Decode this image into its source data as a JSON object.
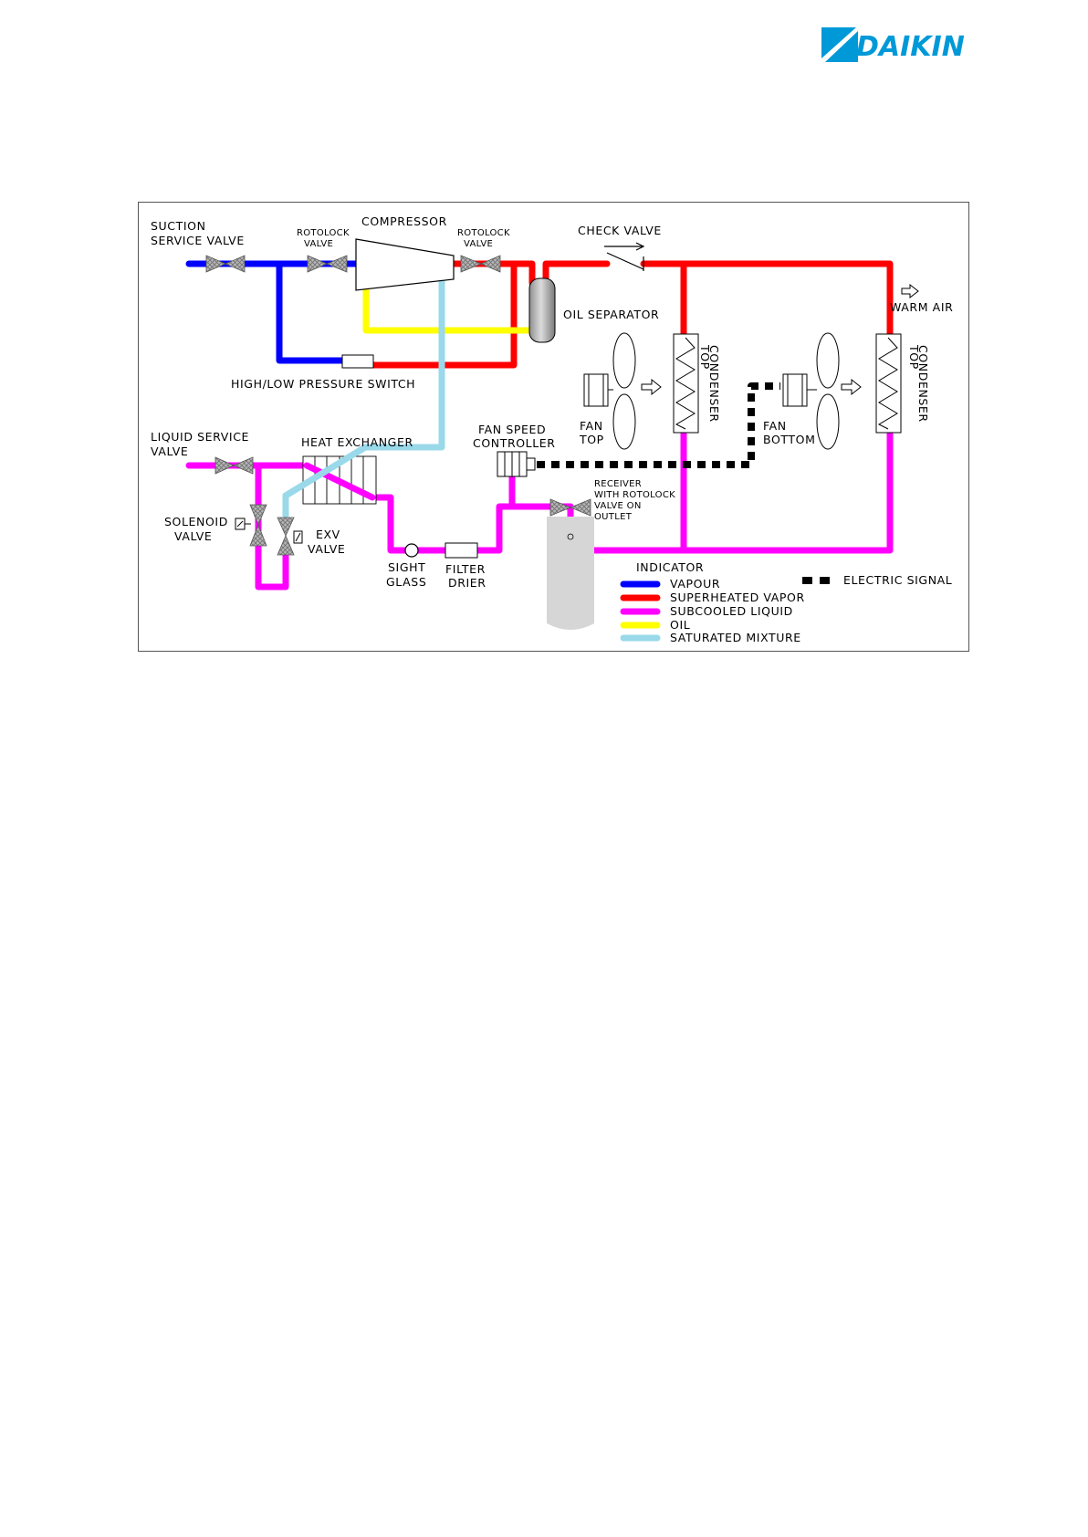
{
  "brand": {
    "name": "DAIKIN",
    "color": "#0099d8"
  },
  "diagram": {
    "labels": {
      "suction_valve": [
        "SUCTION",
        "SERVICE VALVE"
      ],
      "rotolock_valve_left": [
        "ROTOLOCK",
        "VALVE"
      ],
      "compressor": "COMPRESSOR",
      "rotolock_valve_right": [
        "ROTOLOCK",
        "VALVE"
      ],
      "check_valve": "CHECK VALVE",
      "oil_separator": "OIL SEPARATOR",
      "warm_air": "WARM AIR",
      "pressure_switch": "HIGH/LOW PRESSURE SWITCH",
      "fan_top": [
        "FAN",
        "TOP"
      ],
      "fan_bottom": [
        "FAN",
        "BOTTOM"
      ],
      "condenser_1": [
        "CONDENSER",
        "TOP"
      ],
      "condenser_2": [
        "CONDENSER",
        "TOP"
      ],
      "fan_speed_controller": [
        "FAN SPEED",
        "CONTROLLER"
      ],
      "liquid_service_valve": [
        "LIQUID SERVICE",
        "VALVE"
      ],
      "heat_exchanger": "HEAT EXCHANGER",
      "receiver": [
        "RECEIVER",
        "WITH ROTOLOCK",
        "VALVE ON",
        "OUTLET"
      ],
      "solenoid_valve": [
        "SOLENOID",
        "VALVE"
      ],
      "exv_valve": [
        "EXV",
        "VALVE"
      ],
      "sight_glass": [
        "SIGHT",
        "GLASS"
      ],
      "filter_drier": [
        "FILTER",
        "DRIER"
      ]
    },
    "legend": {
      "title": "INDICATOR",
      "items": [
        {
          "label": "VAPOUR",
          "color": "#0000ff"
        },
        {
          "label": "SUPERHEATED VAPOR",
          "color": "#ff0000"
        },
        {
          "label": "SUBCOOLED LIQUID",
          "color": "#ff00ff"
        },
        {
          "label": "OIL",
          "color": "#ffff00"
        },
        {
          "label": "SATURATED MIXTURE",
          "color": "#99d9ea"
        }
      ],
      "electric_signal": "ELECTRIC SIGNAL"
    }
  }
}
